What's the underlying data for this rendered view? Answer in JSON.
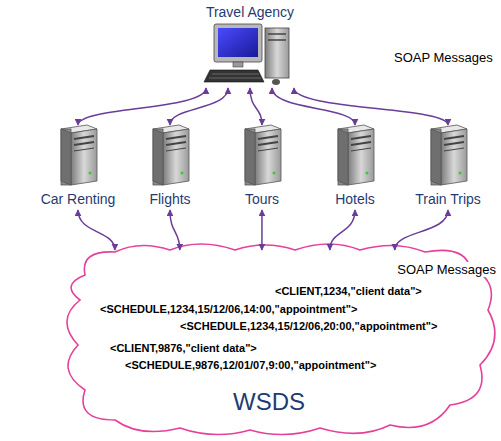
{
  "diagram": {
    "nodes": [
      {
        "text": [
          "Travel Agency"
        ]
      },
      {
        "text": [
          "Car Renting"
        ]
      },
      {
        "text": [
          "Flights"
        ]
      },
      {
        "text": [
          "Tours"
        ]
      },
      {
        "text": [
          "Hotels"
        ]
      },
      {
        "text": [
          "Train Trips"
        ]
      },
      {
        "text": [
          "<CLIENT,1234,\"client data\">",
          "<SCHEDULE,1234,15/12/06,14:00,\"appointment\">",
          "<SCHEDULE,1234,15/12/06,20:00,\"appointment\">",
          "<CLIENT,9876,\"client data\">",
          "<SCHEDULE,9876,12/01/07,9:00,\"appointment\">",
          "WSDS"
        ]
      }
    ],
    "edges": [
      {
        "from": 0,
        "to": 1,
        "arrow": "both"
      },
      {
        "from": 0,
        "to": 2,
        "arrow": "both"
      },
      {
        "from": 0,
        "to": 3,
        "arrow": "both"
      },
      {
        "from": 0,
        "to": 4,
        "arrow": "both"
      },
      {
        "from": 0,
        "to": 5,
        "arrow": "both"
      },
      {
        "from": 1,
        "to": 6,
        "arrow": "both"
      },
      {
        "from": 2,
        "to": 6,
        "arrow": "both"
      },
      {
        "from": 3,
        "to": 6,
        "arrow": "both"
      },
      {
        "from": 4,
        "to": 6,
        "arrow": "both"
      },
      {
        "from": 5,
        "to": 6,
        "arrow": "both"
      }
    ],
    "labels": [
      "SOAP Messages",
      "SOAP Messages"
    ]
  }
}
